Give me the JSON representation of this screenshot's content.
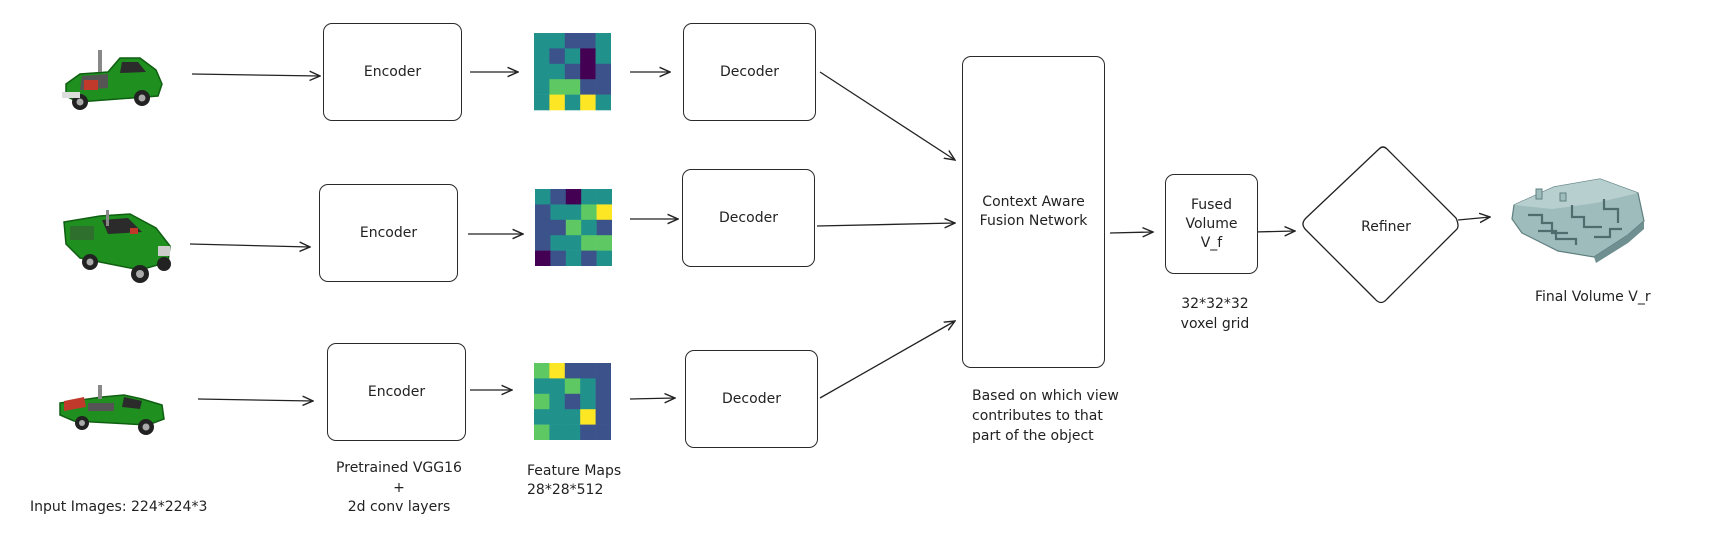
{
  "nodes": {
    "encoder_1": "Encoder",
    "encoder_2": "Encoder",
    "encoder_3": "Encoder",
    "decoder_1": "Decoder",
    "decoder_2": "Decoder",
    "decoder_3": "Decoder",
    "fusion_line1": "Context Aware",
    "fusion_line2": "Fusion Network",
    "fused_line1": "Fused",
    "fused_line2": "Volume",
    "fused_line3": "V_f",
    "refiner": "Refiner"
  },
  "labels": {
    "input_images": "Input Images: 224*224*3",
    "vgg_line1": "Pretrained VGG16",
    "vgg_line2": "+",
    "vgg_line3": "2d conv layers",
    "fmap_line1": "Feature Maps",
    "fmap_line2": "28*28*512",
    "fusion_note_line1": "Based on which view",
    "fusion_note_line2": "contributes to that",
    "fusion_note_line3": "part of the object",
    "voxel_line1": "32*32*32",
    "voxel_line2": "voxel grid",
    "final_volume": "Final Volume V_r"
  },
  "colors": {
    "car_body": "#1f8f1f",
    "car_dark": "#0f5f12",
    "car_accent": "#c0392b",
    "voxel_face": "#9fbcbc",
    "voxel_dark": "#5f7f80",
    "heatmap_scale": [
      "#440154",
      "#3b528b",
      "#21918c",
      "#5ec962",
      "#fde725"
    ]
  },
  "feature_maps": [
    [
      [
        2,
        2,
        1,
        1,
        2
      ],
      [
        2,
        1,
        2,
        0,
        2
      ],
      [
        2,
        2,
        1,
        0,
        1
      ],
      [
        2,
        3,
        3,
        1,
        1
      ],
      [
        2,
        4,
        2,
        4,
        2
      ]
    ],
    [
      [
        2,
        1,
        0,
        2,
        2
      ],
      [
        1,
        2,
        2,
        3,
        4
      ],
      [
        1,
        1,
        3,
        2,
        1
      ],
      [
        1,
        2,
        2,
        3,
        3
      ],
      [
        0,
        1,
        2,
        1,
        2
      ]
    ],
    [
      [
        3,
        4,
        1,
        1,
        1
      ],
      [
        2,
        2,
        3,
        2,
        1
      ],
      [
        3,
        2,
        1,
        2,
        1
      ],
      [
        2,
        2,
        2,
        4,
        1
      ],
      [
        3,
        2,
        2,
        1,
        1
      ]
    ]
  ],
  "icons": {
    "input_images": "pickup-truck-render",
    "final_output": "voxel-volume-render"
  }
}
